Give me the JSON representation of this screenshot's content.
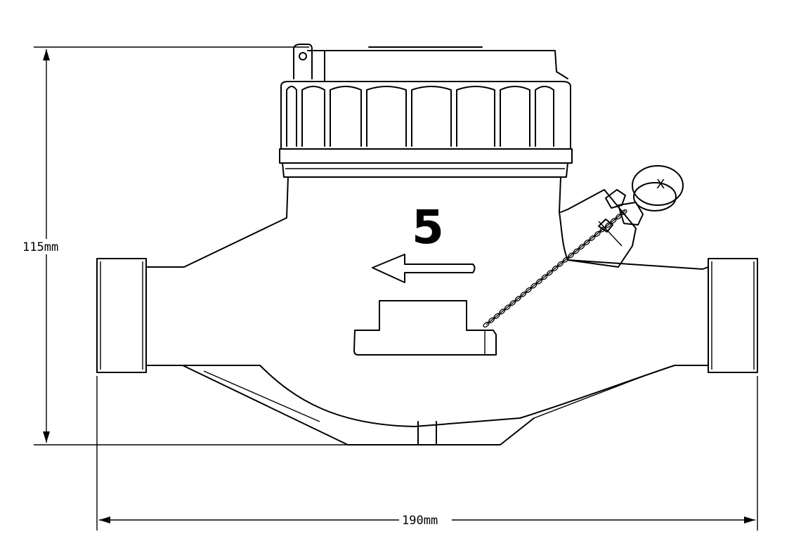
{
  "dimensions": {
    "height_label": "115mm",
    "length_label": "190mm"
  },
  "meter": {
    "model_number": "5",
    "flow_arrow_icon": "arrow-left-icon",
    "seal_mark": "X"
  }
}
